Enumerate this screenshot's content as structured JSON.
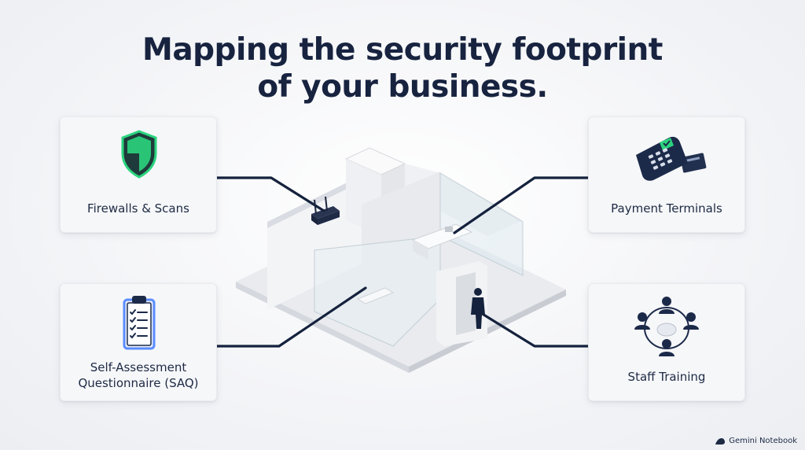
{
  "title": {
    "line1": "Mapping the security footprint",
    "line2": "of your business."
  },
  "cards": {
    "firewalls": {
      "label": "Firewalls & Scans",
      "icon": "shield-icon"
    },
    "payment": {
      "label": "Payment Terminals",
      "icon": "payment-terminal-icon"
    },
    "saq": {
      "label_line1": "Self-Assessment",
      "label_line2": "Questionnaire (SAQ)",
      "icon": "clipboard-checklist-icon"
    },
    "training": {
      "label": "Staff Training",
      "icon": "team-circle-icon"
    }
  },
  "footer": {
    "brand": "Gemini Notebook",
    "icon": "notebook-logo-icon"
  },
  "colors": {
    "title": "#17233f",
    "connector": "#15223d",
    "shield_accent": "#2bd47e",
    "clipboard_accent": "#5b8cff",
    "card_bg": "#f6f7f9"
  }
}
